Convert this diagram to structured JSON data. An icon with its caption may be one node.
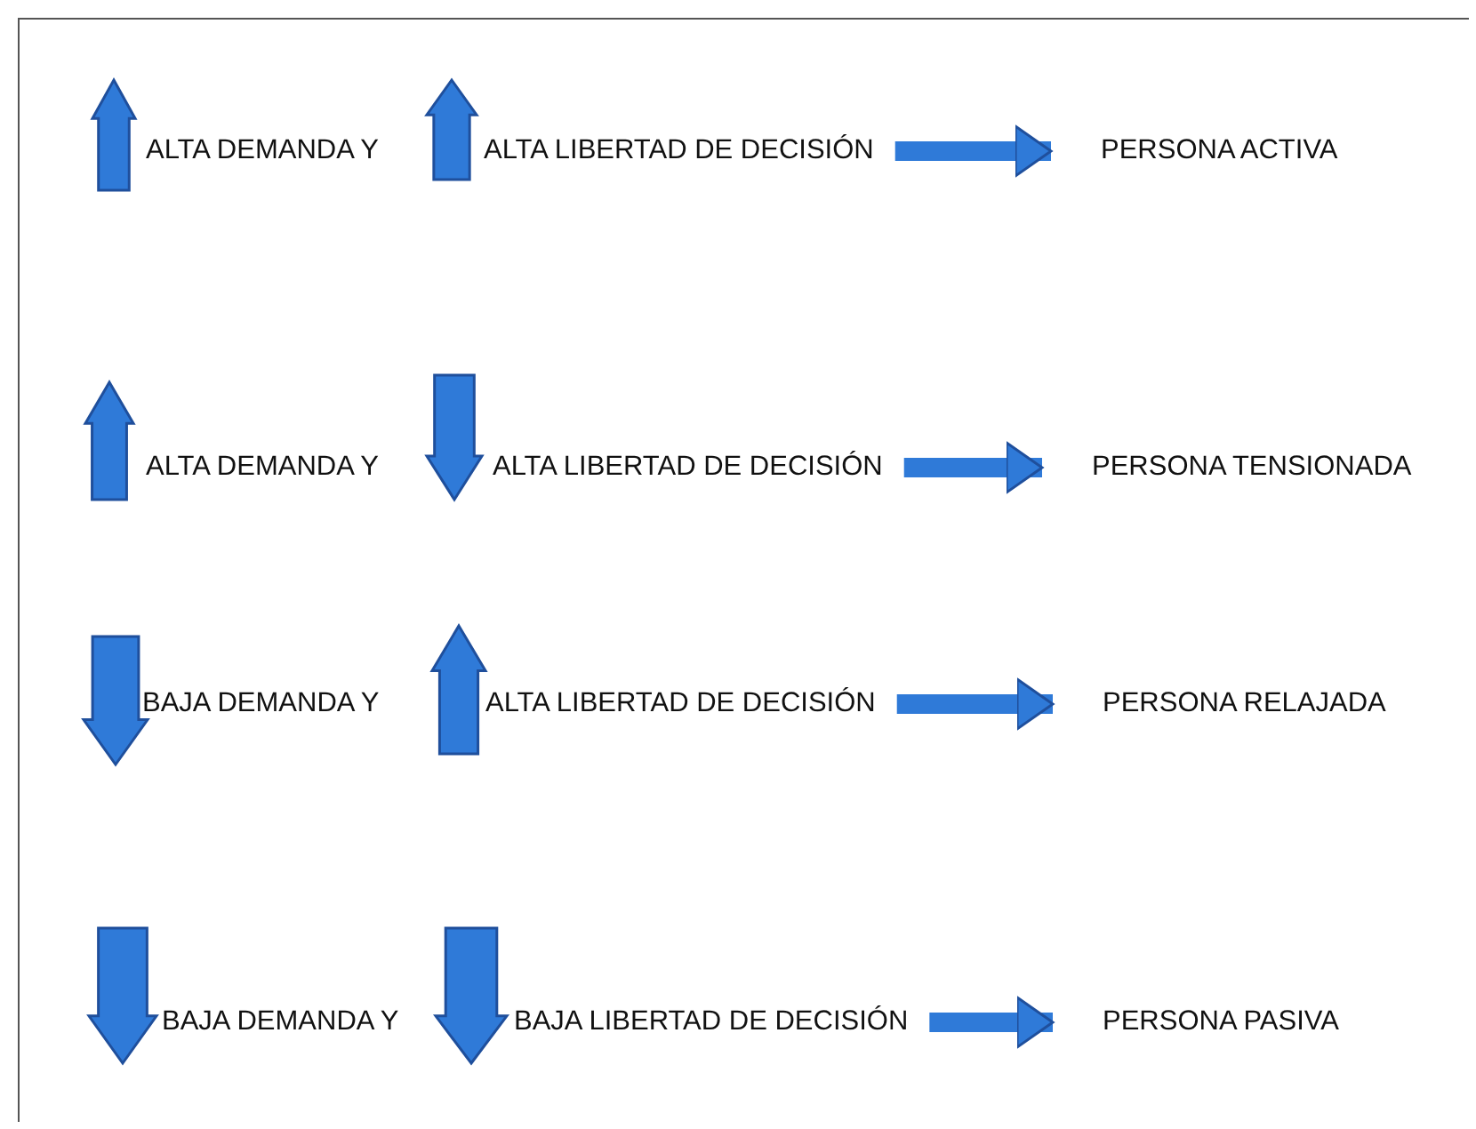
{
  "diagram": {
    "nodes": [
      {
        "text": [
          "ALTA DEMANDA Y",
          "ALTA LIBERTAD DE DECISIÓN"
        ]
      },
      {
        "text": [
          "PERSONA ACTIVA"
        ]
      },
      {
        "text": [
          "ALTA DEMANDA Y",
          "ALTA LIBERTAD DE DECISIÓN"
        ]
      },
      {
        "text": [
          "PERSONA TENSIONADA"
        ]
      },
      {
        "text": [
          "BAJA DEMANDA Y",
          "ALTA LIBERTAD DE DECISIÓN"
        ]
      },
      {
        "text": [
          "PERSONA RELAJADA"
        ]
      },
      {
        "text": [
          "BAJA DEMANDA Y",
          "BAJA LIBERTAD DE DECISIÓN"
        ]
      },
      {
        "text": [
          "PERSONA PASIVA"
        ]
      }
    ],
    "edges": [
      {
        "from": 0,
        "to": 1,
        "arrow": "to"
      },
      {
        "from": 2,
        "to": 3,
        "arrow": "to"
      },
      {
        "from": 4,
        "to": 5,
        "arrow": "to"
      },
      {
        "from": 6,
        "to": 7,
        "arrow": "to"
      }
    ]
  }
}
